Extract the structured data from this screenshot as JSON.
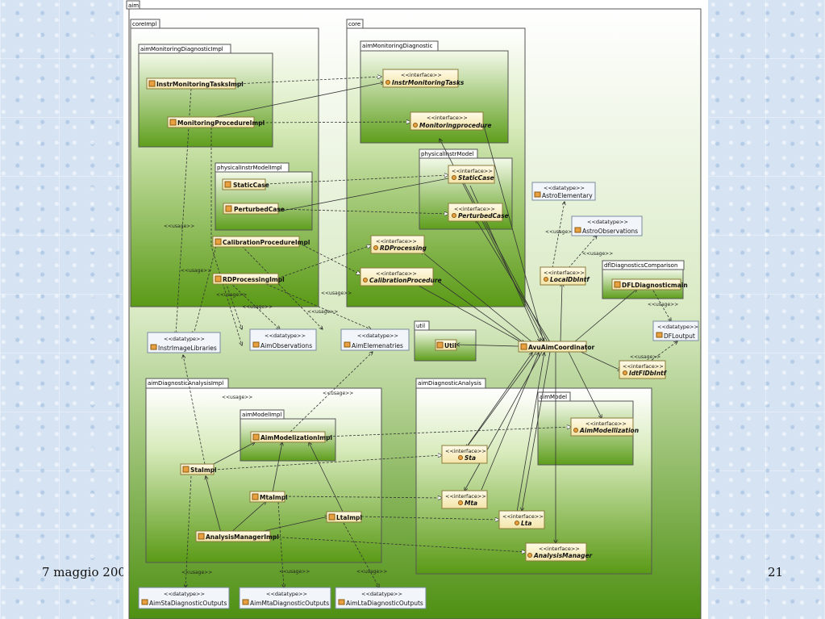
{
  "footer": {
    "date": "7 maggio 200",
    "page": "21"
  },
  "diagram": {
    "packages": {
      "aim": "aim",
      "coreImpl": "coreImpl",
      "aimMonitoringDiagnosticImpl": "aimMonitoringDiagnosticImpl",
      "physicalInstrModelImpl": "physicalInstrModelImpl",
      "core": "core",
      "aimMonitoringDiagnostic": "aimMonitoringDiagnostic",
      "physicalInstrModel": "physicalInstrModel",
      "util": "util",
      "dflDiagnosticsComparison": "dflDiagnosticsComparison",
      "aimDiagnosticAnalysisImpl": "aimDiagnosticAnalysisImpl",
      "aimModelImpl": "aimModelImpl",
      "aimDiagnosticAnalysis": "aimDiagnosticAnalysis",
      "aimModel": "aimModel"
    },
    "stereotypes": {
      "interface": "<<interface>>",
      "datatype": "<<datatype>>",
      "usage": "<<usage>>"
    },
    "classes": {
      "InstrMonitoringTasksImpl": "InstrMonitoringTasksImpl",
      "MonitoringProcedureImpl": "MonitoringProcedureImpl",
      "StaticCaseImpl": "StaticCase",
      "PerturbedCaseImpl": "PerturbedCase",
      "CalibrationProcedureImpl": "CalibrationProcedureImpl",
      "RDProcessingImpl": "RDProcessingImpl",
      "InstrMonitoringTasks": "InstrMonitoringTasks",
      "Monitoringprocedure": "Monitoringprocedure",
      "StaticCase": "StaticCase",
      "PerturbedCase": "PerturbedCase",
      "RDProcessing": "RDProcessing",
      "CalibrationProcedure": "CalibrationProcedure",
      "AstroElementary": "AstroElementary",
      "AstroObservations": "AstroObservations",
      "LocalDbIntf": "LocalDbIntf",
      "DFLDiagnosticmain": "DFLDiagnosticmain",
      "DFLoutput": "DFLoutput",
      "InstrImageLibraries": "InstrImageLibraries",
      "AimObservations": "AimObservations",
      "AimElemenatries": "AimElemenatries",
      "Util": "Util",
      "AvuAimCoordinator": "AvuAimCoordinator",
      "IdtFlDbIntf": "IdtFlDbIntf",
      "AimModelizationImpl": "AimModelizationImpl",
      "StaImpl": "StaImpl",
      "MtaImpl": "MtaImpl",
      "LtaImpl": "LtaImpl",
      "AnalysisManagerImpl": "AnalysisManagerImpl",
      "AimModellization": "AimModellization",
      "Sta": "Sta",
      "Mta": "Mta",
      "Lta": "Lta",
      "AnalysisManager": "AnalysisManager",
      "AimStaDiagnosticOutputs": "AimStaDiagnosticOutputs",
      "AimMtaDiagnosticOutputs": "AimMtaDiagnosticOutputs",
      "AimLtaDiagnosticOutputs": "AimLtaDiagnosticOutputs"
    }
  },
  "colors": {
    "greenDark": "#5a9a16",
    "classFill": "#fdf6d6",
    "iconOrange": "#e8a040",
    "datatypeFill": "#f2f6fb"
  }
}
